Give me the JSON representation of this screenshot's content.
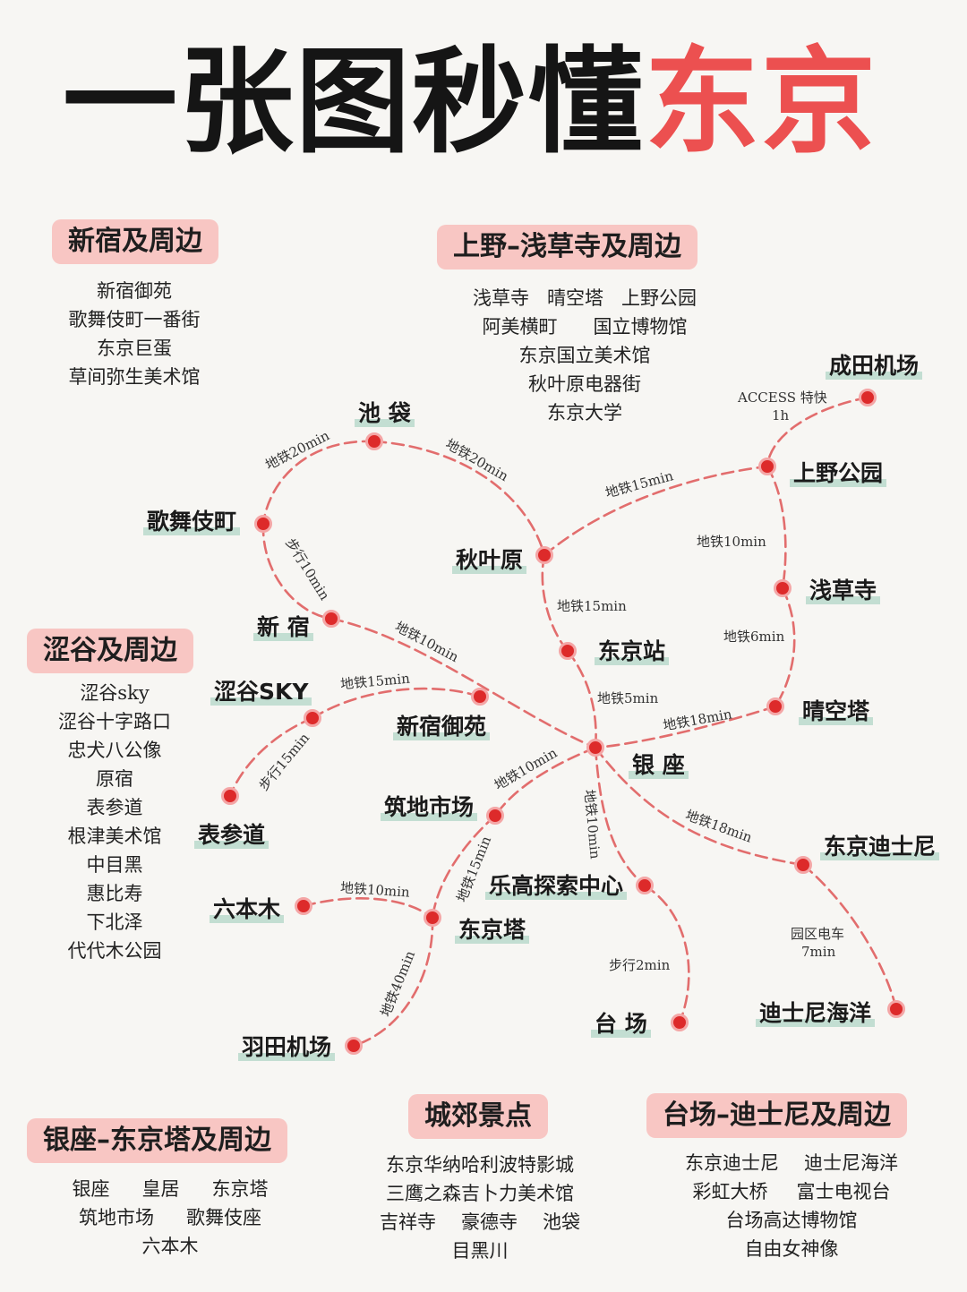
{
  "title": {
    "part1": "一张图秒懂",
    "part2": "东京"
  },
  "colors": {
    "accent": "#ec5050",
    "label_bg": "#f8c6c3",
    "station_underline": "#c3ded2",
    "route_line": "#e26d6d"
  },
  "areas": {
    "shinjuku": {
      "label": "新宿及周边",
      "items": [
        "新宿御苑",
        "歌舞伎町一番街",
        "东京巨蛋",
        "草间弥生美术馆"
      ]
    },
    "ueno": {
      "label": "上野–浅草寺及周边",
      "rows": [
        [
          "浅草寺",
          "晴空塔",
          "上野公园"
        ],
        [
          "阿美横町",
          "国立博物馆"
        ],
        [
          "东京国立美术馆"
        ],
        [
          "秋叶原电器街"
        ],
        [
          "东京大学"
        ]
      ]
    },
    "shibuya": {
      "label": "涩谷及周边",
      "items": [
        "涩谷sky",
        "涩谷十字路口",
        "忠犬八公像",
        "原宿",
        "表参道",
        "根津美术馆",
        "中目黑",
        "惠比寿",
        "下北泽",
        "代代木公园"
      ]
    },
    "ginza": {
      "label": "银座–东京塔及周边",
      "rows": [
        [
          "银座",
          "皇居",
          "东京塔"
        ],
        [
          "筑地市场",
          "歌舞伎座"
        ],
        [
          "六本木"
        ]
      ]
    },
    "suburb": {
      "label": "城郊景点",
      "rows": [
        [
          "东京华纳哈利波特影城"
        ],
        [
          "三鹰之森吉卜力美术馆"
        ],
        [
          "吉祥寺",
          "豪德寺",
          "池袋"
        ],
        [
          "目黑川"
        ]
      ]
    },
    "odaiba": {
      "label": "台场–迪士尼及周边",
      "rows": [
        [
          "东京迪士尼",
          "迪士尼海洋"
        ],
        [
          "彩虹大桥",
          "富士电视台"
        ],
        [
          "台场高达博物馆"
        ],
        [
          "自由女神像"
        ]
      ]
    }
  },
  "stations": {
    "ikebukuro": "池 袋",
    "kabukicho": "歌舞伎町",
    "shinjuku": "新 宿",
    "akihabara": "秋叶原",
    "tokyo_station": "东京站",
    "narita": "成田机场",
    "ueno_park": "上野公园",
    "asakusa": "浅草寺",
    "skytree": "晴空塔",
    "shibuya_sky": "涩谷SKY",
    "gyoen": "新宿御苑",
    "ginza": "银 座",
    "omotesando": "表参道",
    "tsukiji": "筑地市场",
    "roppongi": "六本木",
    "tokyo_tower": "东京塔",
    "lego": "乐高探索中心",
    "haneda": "羽田机场",
    "daiba": "台 场",
    "disney": "东京迪士尼",
    "disneysea": "迪士尼海洋"
  },
  "durations": {
    "ikebukuro_kabukicho": "地铁20min",
    "ikebukuro_akihabara": "地铁20min",
    "akihabara_ueno": "地铁15min",
    "narita_ueno_1": "ACCESS 特快",
    "narita_ueno_2": "1h",
    "ueno_asakusa": "地铁10min",
    "kabukicho_shinjuku": "步行10min",
    "akihabara_tokyo": "地铁15min",
    "shinjuku_gyoen": "地铁10min",
    "asakusa_skytree": "地铁6min",
    "tokyo_ginza": "地铁5min",
    "sky_gyoen": "地铁15min",
    "skytree_ginza": "地铁18min",
    "sky_omotesando": "步行15min",
    "ginza_tsukiji": "地铁10min",
    "ginza_lego": "地铁10min",
    "ginza_disney": "地铁18min",
    "tsukiji_tower": "地铁15min",
    "roppongi_tower": "地铁10min",
    "disney_sea_1": "园区电车",
    "disney_sea_2": "7min",
    "lego_daiba": "步行2min",
    "tower_haneda": "地铁40min"
  }
}
